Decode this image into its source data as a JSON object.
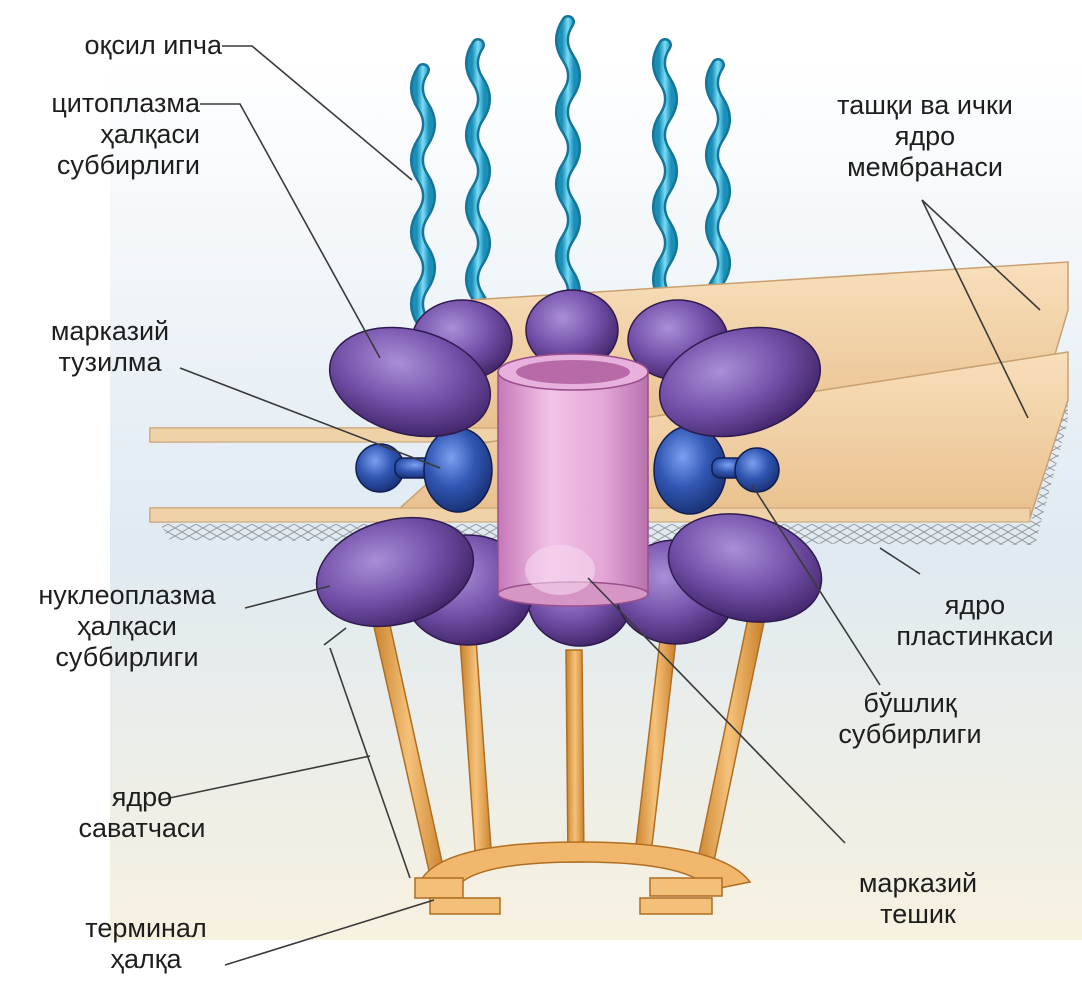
{
  "labels": {
    "protein_fiber": [
      "оқсил ипча"
    ],
    "cytoplasmic_ring": [
      "цитоплазма",
      "ҳалқаси",
      "суббирлиги"
    ],
    "membranes": [
      "ташқи ва ички",
      "ядро",
      "мембранаси"
    ],
    "central_structure": [
      "марказий",
      "тузилма"
    ],
    "nucleoplasmic_ring": [
      "нуклеоплазма",
      "ҳалқаси",
      "суббирлиги"
    ],
    "nuclear_lamina": [
      "ядро",
      "пластинкаси"
    ],
    "lumenal_subunit": [
      "бўшлиқ",
      "суббирлиги"
    ],
    "nuclear_basket": [
      "ядро",
      "саватчаси"
    ],
    "central_pore": [
      "марказий",
      "тешик"
    ],
    "terminal_ring": [
      "терминал",
      "ҳалқа"
    ]
  },
  "colors": {
    "fiber": "#3cb8dc",
    "ring_subunit": "#7a4fa8",
    "lumenal": "#2f56b0",
    "pore": "#e2a6d6",
    "membrane": "#f3d2a6",
    "basket": "#e3a352"
  }
}
